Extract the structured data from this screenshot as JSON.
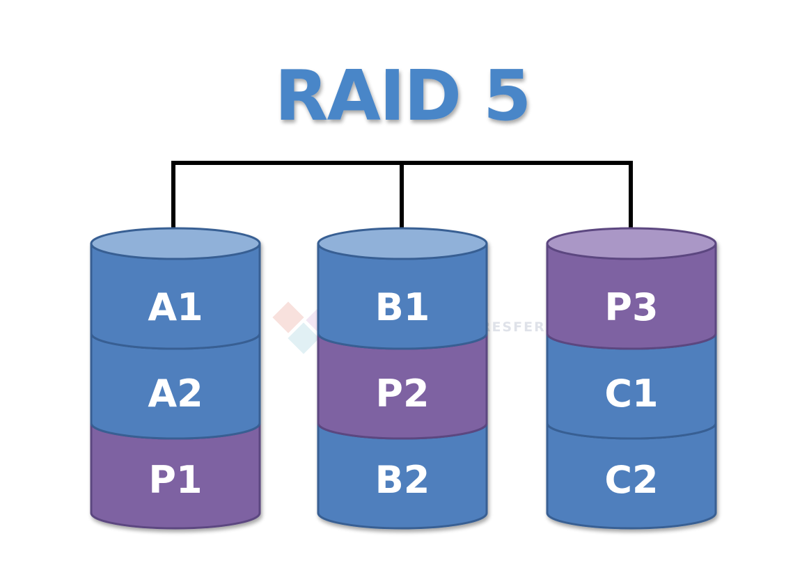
{
  "title": "RAID 5",
  "watermark": {
    "text": "HARDWARESFERA",
    "color": "#c5cbd8"
  },
  "colors": {
    "title": "#4a86c8",
    "data_block": "#4f7fbd",
    "data_block_edge": "#375f93",
    "data_block_top": "#90b1d9",
    "parity_block": "#7e62a2",
    "parity_block_edge": "#5c4680",
    "parity_block_top": "#aa97c6",
    "label": "#ffffff",
    "connector": "#000000"
  },
  "disks": [
    {
      "name": "disk-1",
      "blocks": [
        {
          "label": "A1",
          "kind": "data"
        },
        {
          "label": "A2",
          "kind": "data"
        },
        {
          "label": "P1",
          "kind": "parity"
        }
      ]
    },
    {
      "name": "disk-2",
      "blocks": [
        {
          "label": "B1",
          "kind": "data"
        },
        {
          "label": "P2",
          "kind": "parity"
        },
        {
          "label": "B2",
          "kind": "data"
        }
      ]
    },
    {
      "name": "disk-3",
      "blocks": [
        {
          "label": "P3",
          "kind": "parity"
        },
        {
          "label": "C1",
          "kind": "data"
        },
        {
          "label": "C2",
          "kind": "data"
        }
      ]
    }
  ]
}
